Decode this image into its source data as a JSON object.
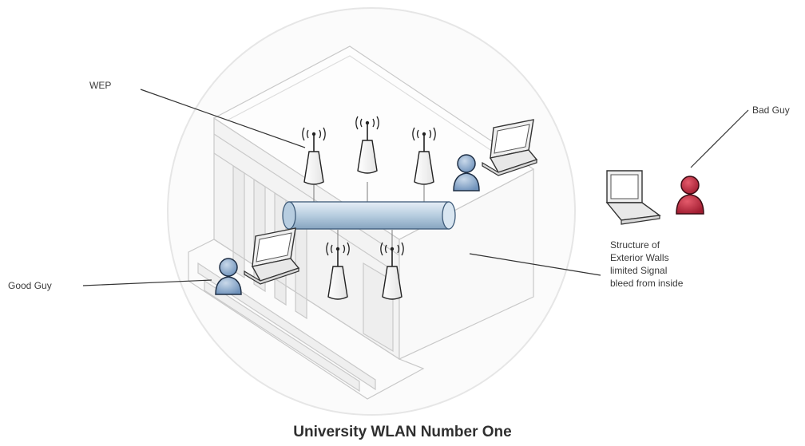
{
  "labels": {
    "wep": "WEP",
    "bad_guy": "Bad Guy",
    "good_guy": "Good Guy",
    "walls_note": [
      "Structure of",
      "Exterior Walls",
      "limited Signal",
      "bleed from inside"
    ]
  },
  "caption": "University WLAN Number One",
  "colors": {
    "person_good": "#7d9ec3",
    "person_bad": "#b8233a",
    "backbone": "#b7cde0",
    "building_line": "#c8c8c8",
    "leader_line": "#333333"
  },
  "icons": {
    "access_point": "access-point-icon",
    "laptop": "laptop-icon",
    "person": "person-icon",
    "backbone": "network-backbone-cylinder"
  }
}
